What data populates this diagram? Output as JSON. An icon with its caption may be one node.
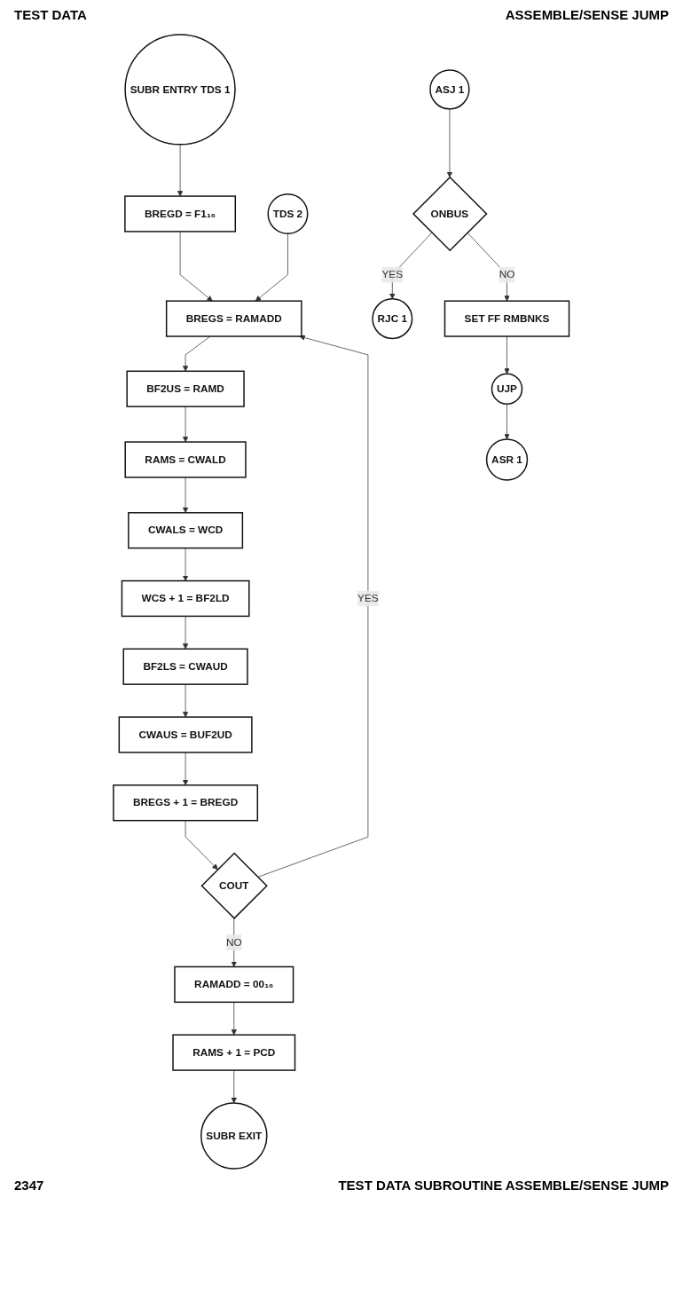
{
  "diagram": {
    "caption": "TEST DATA SUBROUTINE ASSEMBLE/SENSE JUMP",
    "nodes": [
      {
        "text": [
          "SUBR ENTRY TDS 1"
        ]
      },
      {
        "text": [
          "BREGD = F1₁₆"
        ]
      },
      {
        "text": [
          "BREGS = RAMADD"
        ]
      },
      {
        "text": [
          "BF2US = RAMD"
        ]
      },
      {
        "text": [
          "RAMS = CWALD"
        ]
      },
      {
        "text": [
          "CWALS = WCD"
        ]
      },
      {
        "text": [
          "WCS + 1 = BF2LD"
        ]
      },
      {
        "text": [
          "BF2LS = CWAUD"
        ]
      },
      {
        "text": [
          "CWAUS = BUF2UD"
        ]
      },
      {
        "text": [
          "BREGS + 1 = BREGD"
        ]
      },
      {
        "text": [
          "TDS 2"
        ]
      },
      {
        "text": [
          "COUT"
        ]
      },
      {
        "text": [
          "RAMADD = 00₁₆"
        ]
      },
      {
        "text": [
          "RAMS + 1 = PCD"
        ]
      },
      {
        "text": [
          "SUBR EXIT"
        ]
      },
      {
        "text": [
          "ASJ 1"
        ]
      },
      {
        "text": [
          "ONBUS"
        ]
      },
      {
        "text": [
          "RJC 1"
        ]
      },
      {
        "text": [
          "SET FF RMBNKS"
        ]
      },
      {
        "text": [
          "UJP"
        ]
      },
      {
        "text": [
          "ASR 1"
        ]
      }
    ],
    "edges": [
      {
        "from": 0,
        "to": 1,
        "arrow": "to"
      },
      {
        "from": 1,
        "to": 2,
        "arrow": "to"
      },
      {
        "from": 11,
        "to": 2,
        "arrow": "to",
        "label": "YES"
      },
      {
        "from": 10,
        "to": 2,
        "arrow": "to"
      },
      {
        "from": 2,
        "to": 3,
        "arrow": "to"
      },
      {
        "from": 3,
        "to": 4,
        "arrow": "to"
      },
      {
        "from": 4,
        "to": 5,
        "arrow": "to"
      },
      {
        "from": 5,
        "to": 6,
        "arrow": "to"
      },
      {
        "from": 6,
        "to": 7,
        "arrow": "to"
      },
      {
        "from": 7,
        "to": 8,
        "arrow": "to"
      },
      {
        "from": 8,
        "to": 9,
        "arrow": "to"
      },
      {
        "from": 9,
        "to": 11,
        "arrow": "to"
      },
      {
        "from": 11,
        "to": 12,
        "arrow": "to",
        "label": "NO"
      },
      {
        "from": 12,
        "to": 13,
        "arrow": "to"
      },
      {
        "from": 13,
        "to": 14,
        "arrow": "to"
      },
      {
        "from": 15,
        "to": 16,
        "arrow": "to"
      },
      {
        "from": 16,
        "to": 17,
        "arrow": "to",
        "label": "YES"
      },
      {
        "from": 16,
        "to": 18,
        "arrow": "to",
        "label": "NO"
      },
      {
        "from": 18,
        "to": 19,
        "arrow": "to"
      },
      {
        "from": 19,
        "to": 20,
        "arrow": "to"
      }
    ],
    "labels": [
      "TEST DATA",
      "ASSEMBLE/SENSE JUMP",
      "2347"
    ]
  }
}
